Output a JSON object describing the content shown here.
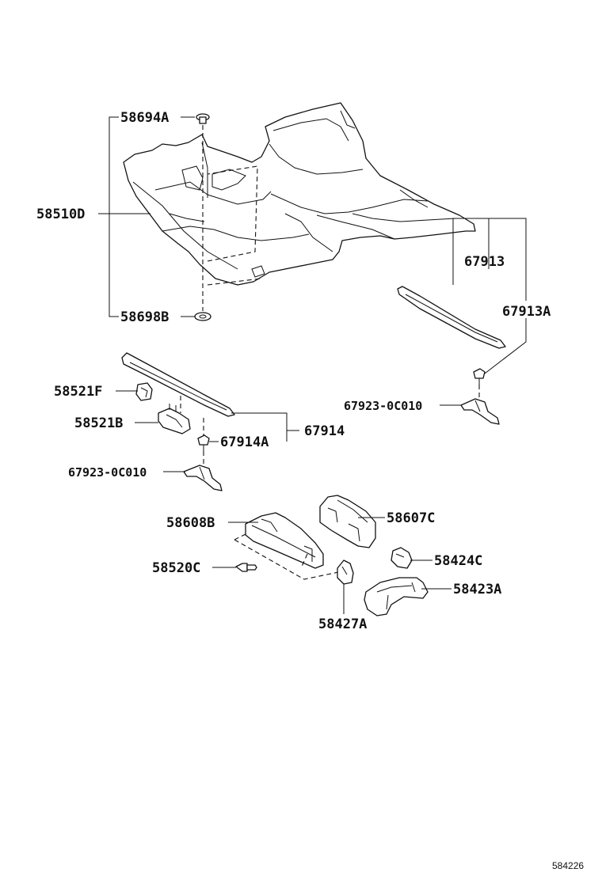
{
  "labels": {
    "p58694A": "58694A",
    "p58510D": "58510D",
    "p58698B": "58698B",
    "p67913": "67913",
    "p67913A": "67913A",
    "p67923_right": "67923-0C010",
    "p58521F": "58521F",
    "p58521B": "58521B",
    "p67914A": "67914A",
    "p67914": "67914",
    "p67923_left": "67923-0C010",
    "p58608B": "58608B",
    "p58607C": "58607C",
    "p58520C": "58520C",
    "p58424C": "58424C",
    "p58423A": "58423A",
    "p58427A": "58427A"
  },
  "diagram_ref": "584226"
}
